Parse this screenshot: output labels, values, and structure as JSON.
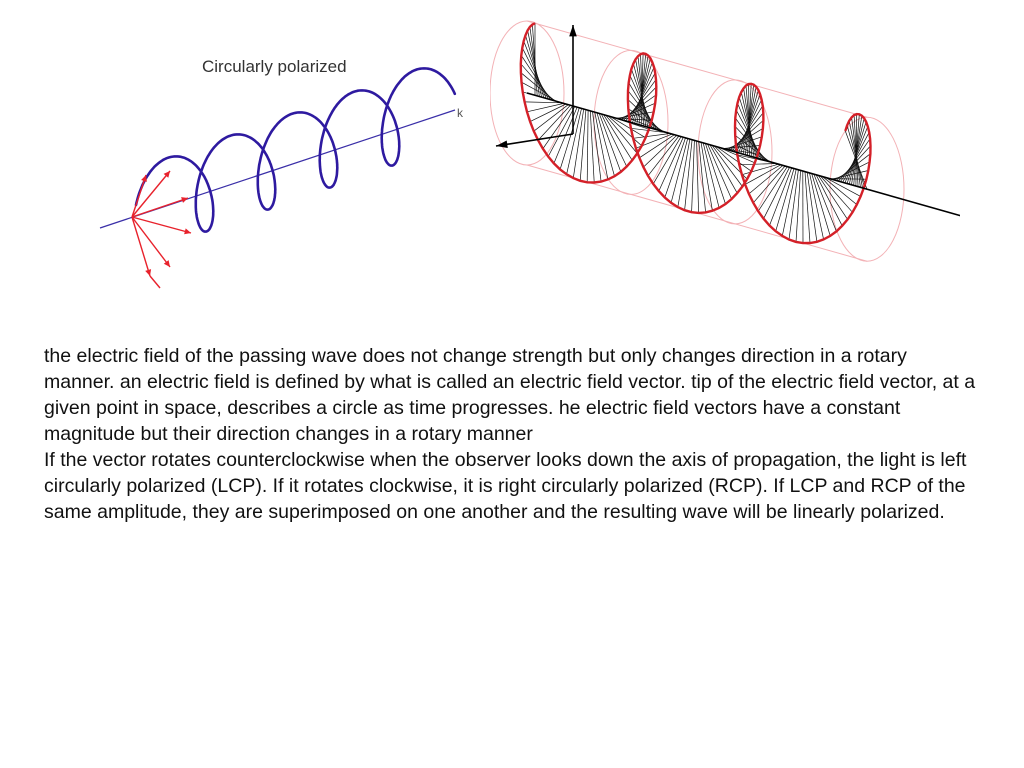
{
  "figure_left": {
    "title": "Circularly polarized",
    "axis_label": "k",
    "helix_color": "#2e1aa0",
    "axis_color": "#3a2fa8",
    "vector_color": "#e8222c"
  },
  "figure_right": {
    "helix_color": "#d42028",
    "cylinder_color": "#f3b2b6",
    "vector_color": "#111111",
    "axis_color": "#000000"
  },
  "paragraphs": [
    "the electric field of the passing wave does not change strength but only changes direction in a rotary manner. an electric field is defined by what is called an electric field vector. tip of the electric field vector, at a given point in space, describes a circle as time progresses. he electric field vectors have a constant magnitude but their direction changes in a rotary manner",
    "If the vector rotates counterclockwise when the observer looks down the axis of propagation, the light is left circularly polarized (LCP). If it rotates clockwise, it is right circularly polarized (RCP). If LCP and RCP of the same amplitude, they are superimposed on one another and the resulting wave will be linearly polarized."
  ]
}
